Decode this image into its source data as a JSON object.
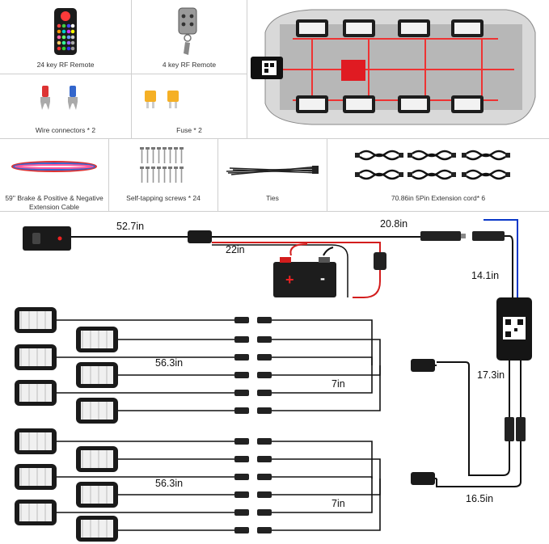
{
  "parts": {
    "remote24": "24 key RF Remote",
    "remote4": "4 key RF Remote",
    "wire_connectors": "Wire connectors * 2",
    "fuse": "Fuse * 2",
    "brake_cable": "59'' Brake & Positive & Negative Extension Cable",
    "screws": "Self-tapping screws * 24",
    "ties": "Ties",
    "extension": "70.86in 5Pin Extension cord* 6"
  },
  "dimensions": {
    "switch_cable": "52.7in",
    "power_cable": "20.8in",
    "battery_cable": "22in",
    "controller_cable": "14.1in",
    "split_top": "17.3in",
    "split_bottom": "16.5in",
    "group1_long": "56.3in",
    "group1_short": "7in",
    "group2_long": "56.3in",
    "group2_short": "7in"
  },
  "battery": {
    "plus": "+",
    "minus": "-"
  }
}
